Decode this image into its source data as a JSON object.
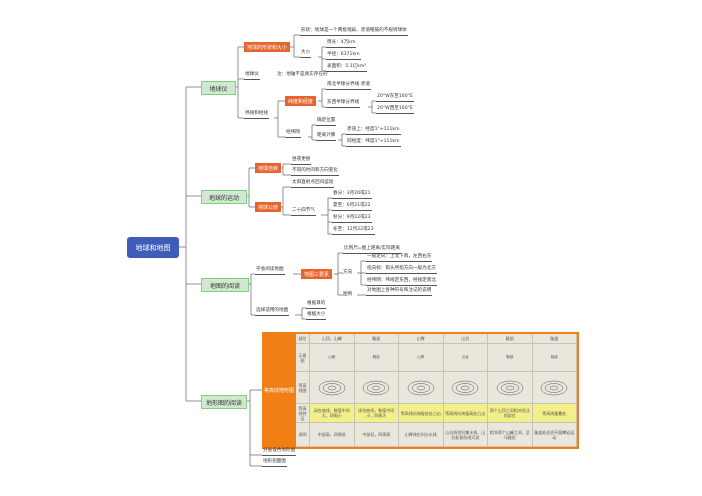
{
  "root": {
    "label": "地球和地图"
  },
  "branches": [
    {
      "label": "地球仪",
      "children": [
        {
          "label": "地球的形状和大小",
          "style": "orange",
          "children": [
            {
              "label": "形状：地球是一个两极稍扁、赤道略鼓的不规则球体"
            },
            {
              "label": "大小",
              "children": [
                {
                  "label": "周长：4万km"
                },
                {
                  "label": "半径：6371km"
                },
                {
                  "label": "表面积：5.1亿km²"
                }
              ]
            }
          ]
        },
        {
          "label": "地球仪",
          "note": "注：地轴不是真实存在的"
        },
        {
          "label": "纬线和经线",
          "children": [
            {
              "label": "纬度和经度",
              "style": "orange",
              "children": [
                {
                  "label": "南北半球分界线-赤道"
                },
                {
                  "label": "东西半球分界线",
                  "children": [
                    {
                      "label": "20°W东至160°E"
                    },
                    {
                      "label": "20°W西至160°E"
                    }
                  ]
                }
              ]
            },
            {
              "label": "经纬网",
              "children": [
                {
                  "label": "确定位置"
                },
                {
                  "label": "距离计算",
                  "children": [
                    {
                      "label": "赤道上：经度1°≈111km"
                    },
                    {
                      "label": "同经度：纬度1°≈111km"
                    }
                  ]
                }
              ]
            }
          ]
        }
      ]
    },
    {
      "label": "地球的运动",
      "children": [
        {
          "label": "地球自转",
          "style": "orange",
          "children": [
            {
              "label": "昼夜更替"
            },
            {
              "label": "不同的时间和方向变化"
            }
          ]
        },
        {
          "label": "地球公转",
          "style": "orange",
          "children": [
            {
              "label": "太阳直射点回归运动"
            },
            {
              "label": "二十四节气",
              "children": [
                {
                  "label": "春分：3月20或21"
                },
                {
                  "label": "夏至：6月21或22"
                },
                {
                  "label": "秋分：9月22或23"
                },
                {
                  "label": "冬至：12月22或23"
                }
              ]
            }
          ]
        }
      ]
    },
    {
      "label": "地图的阅读",
      "children": [
        {
          "label": "学会阅读地图",
          "children": [
            {
              "label": "地图三要素",
              "style": "orange",
              "children": [
                {
                  "label": "比例尺=图上距离/实际距离"
                },
                {
                  "label": "方向",
                  "children": [
                    {
                      "label": "一般定向：上北下南，左西右东"
                    },
                    {
                      "label": "指向标：箭头所指方向一般为北方"
                    },
                    {
                      "label": "经纬网：纬线定东西，经线定南北"
                    }
                  ]
                },
                {
                  "label": "图例",
                  "children": [
                    {
                      "label": "对地图上各种符号和注记的说明"
                    }
                  ]
                }
              ]
            }
          ]
        },
        {
          "label": "选择适用的地图",
          "children": [
            {
              "label": "根据目的"
            },
            {
              "label": "根据大小"
            }
          ]
        }
      ]
    },
    {
      "label": "地形图的阅读",
      "children": [
        {
          "label": "等高线地形图",
          "style": "orange-photo"
        },
        {
          "label": "分层设色地形图"
        },
        {
          "label": "地形剖面图"
        }
      ]
    }
  ],
  "photo_table": {
    "corner": "部位",
    "row_headers": [
      "示意图",
      "等高线图",
      "等高线特征",
      "说明"
    ],
    "columns": [
      "山顶、山峰",
      "鞍部",
      "山脊",
      "山谷",
      "鞍部",
      "陡崖"
    ],
    "sketch_labels": [
      "山峰",
      "鞍部",
      "山脊",
      "山谷",
      "鞍部",
      "陡崖"
    ],
    "features": [
      "闭合曲线，数值中间大，四周小",
      "闭合曲线，数值中间小，四周大",
      "等高线向海拔低处凸出",
      "等高线向海拔高处凸出",
      "两个山顶之间相对低洼的部位",
      "等高线重叠处"
    ],
    "notes": [
      "中部高，四周低",
      "中部低，四周高",
      "山脊线也叫分水线",
      "山谷线也叫集水线，山谷处易形成河流",
      "相邻两个山峰之间，呈马鞍形",
      "陡崖处适合开展攀岩运动"
    ]
  }
}
